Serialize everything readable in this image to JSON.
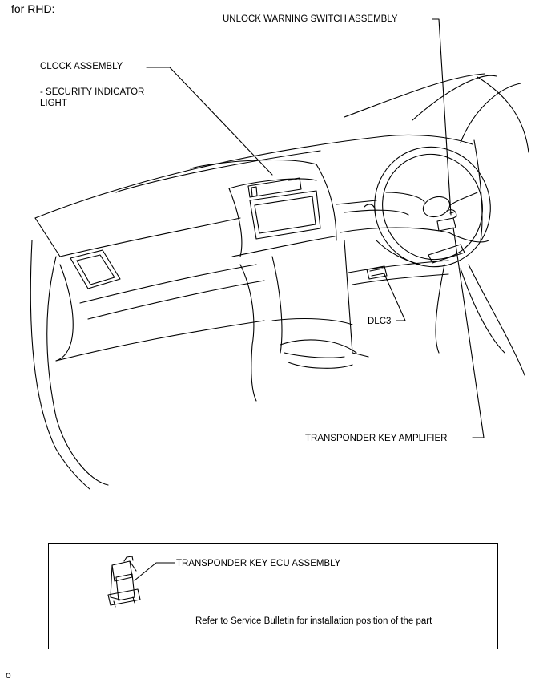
{
  "header": {
    "title": "for RHD:"
  },
  "labels": {
    "unlock_warning_switch": "UNLOCK WARNING SWITCH ASSEMBLY",
    "clock_assembly": "CLOCK ASSEMBLY",
    "security_indicator_line1": "- SECURITY INDICATOR",
    "security_indicator_line2": "LIGHT",
    "dlc3": "DLC3",
    "transponder_key_amplifier": "TRANSPONDER KEY AMPLIFIER",
    "transponder_key_ecu": "TRANSPONDER KEY ECU ASSEMBLY"
  },
  "note": {
    "text": "Refer to Service Bulletin for installation position of the part"
  },
  "footer": {
    "mark": "o"
  }
}
